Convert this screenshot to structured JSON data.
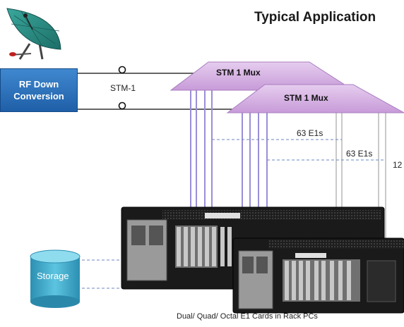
{
  "title": "Typical Application",
  "rf_box": {
    "line1": "RF Down",
    "line2": "Conversion"
  },
  "stm_label": "STM-1",
  "mux1_label": "STM 1  Mux",
  "mux2_label": "STM 1  Mux",
  "e1_label_1": "63 E1s",
  "e1_label_2": "63 E1s",
  "e1_label_3": "12",
  "storage_label": "Storage",
  "caption": "Dual/ Quad/ Octal E1 Cards in Rack PCs",
  "icons": [
    "satellite-dish-icon",
    "storage-cylinder-icon",
    "rack-pc-icon"
  ]
}
